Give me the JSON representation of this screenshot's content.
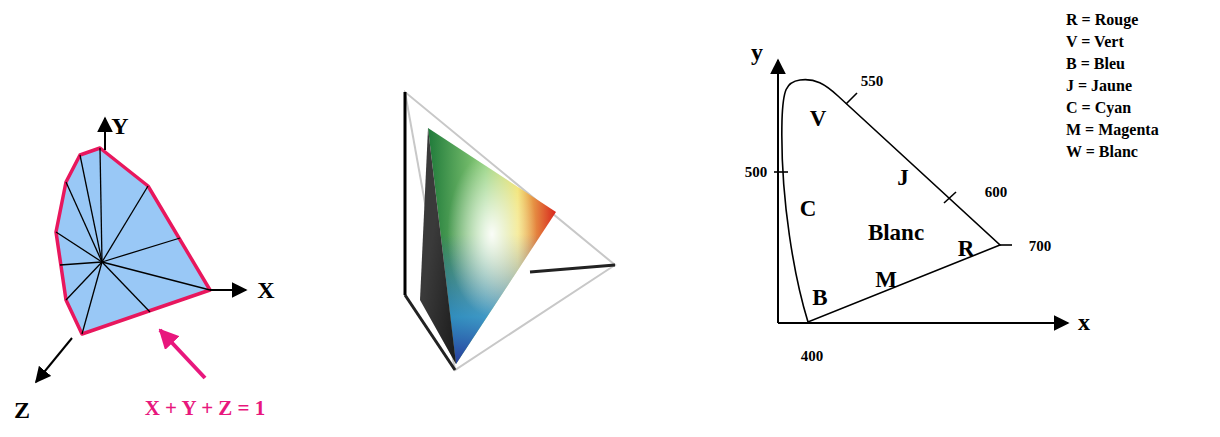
{
  "diagram": {
    "labels": [
      "Y",
      "X",
      "Z",
      "X + Y + Z = 1",
      "y",
      "x",
      "550",
      "500",
      "600",
      "700",
      "400",
      "V",
      "J",
      "C",
      "Blanc",
      "R",
      "M",
      "B",
      "R = Rouge",
      "V = Vert",
      "B = Bleu",
      "J = Jaune",
      "C = Cyan",
      "M = Magenta",
      "W = Blanc"
    ]
  }
}
